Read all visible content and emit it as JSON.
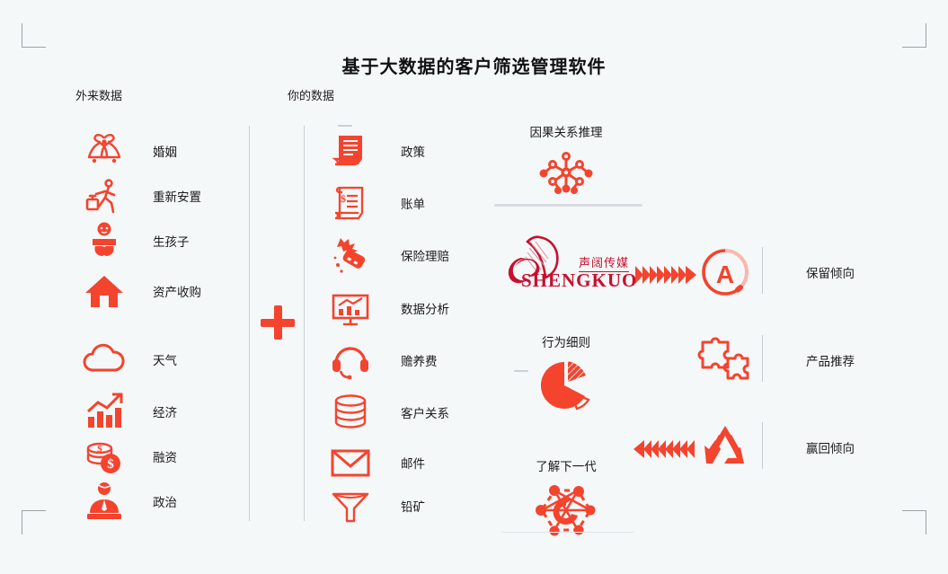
{
  "document": {
    "title": "基于大数据的客户筛选管理软件"
  },
  "columns": {
    "external": {
      "heading": "外来数据",
      "items": [
        {
          "label": "婚姻",
          "icon": "wedding-bells-icon"
        },
        {
          "label": "重新安置",
          "icon": "traveler-luggage-icon"
        },
        {
          "label": "生孩子",
          "icon": "baby-icon"
        },
        {
          "label": "资产收购",
          "icon": "house-icon"
        },
        {
          "label": "天气",
          "icon": "cloud-icon"
        },
        {
          "label": "经济",
          "icon": "growth-chart-icon"
        },
        {
          "label": "融资",
          "icon": "coins-dollar-icon"
        },
        {
          "label": "政治",
          "icon": "politician-podium-icon"
        }
      ]
    },
    "operator": {
      "symbol": "+",
      "name": "plus-operator"
    },
    "yours": {
      "heading": "你的数据",
      "items": [
        {
          "label": "政策",
          "icon": "policy-scroll-icon"
        },
        {
          "label": "账单",
          "icon": "invoice-dollar-icon"
        },
        {
          "label": "保险理赔",
          "icon": "car-crash-icon"
        },
        {
          "label": "数据分析",
          "icon": "analytics-board-icon"
        },
        {
          "label": "赡养费",
          "icon": "headset-icon"
        },
        {
          "label": "客户关系",
          "icon": "database-icon"
        },
        {
          "label": "邮件",
          "icon": "envelope-icon"
        },
        {
          "label": "铅矿",
          "icon": "funnel-icon"
        }
      ]
    },
    "engine": {
      "blocks": [
        {
          "caption": "因果关系推理",
          "icon": "node-network-icon"
        },
        {
          "caption": "",
          "icon": "shengkuo-logo",
          "logo_cn": "声阔传媒",
          "logo_en": "SHENGKUO"
        },
        {
          "caption": "行为细则",
          "icon": "pie-chart-icon"
        },
        {
          "caption": "了解下一代",
          "icon": "circular-network-icon"
        }
      ]
    },
    "outputs": {
      "items": [
        {
          "label": "保留倾向",
          "icon": "grade-a-circle-icon"
        },
        {
          "label": "产品推荐",
          "icon": "puzzle-pieces-icon"
        },
        {
          "label": "赢回倾向",
          "icon": "recycle-icon"
        }
      ]
    }
  },
  "arrows": [
    {
      "name": "arrow-to-outputs",
      "direction": "right",
      "count": 8
    },
    {
      "name": "arrow-from-outputs",
      "direction": "left",
      "count": 8
    }
  ],
  "colors": {
    "accent": "#f4442e",
    "logo": "#c8102e",
    "background": "#f5f8f9",
    "divider": "#c8cfd2",
    "text": "#1a1a1a"
  }
}
